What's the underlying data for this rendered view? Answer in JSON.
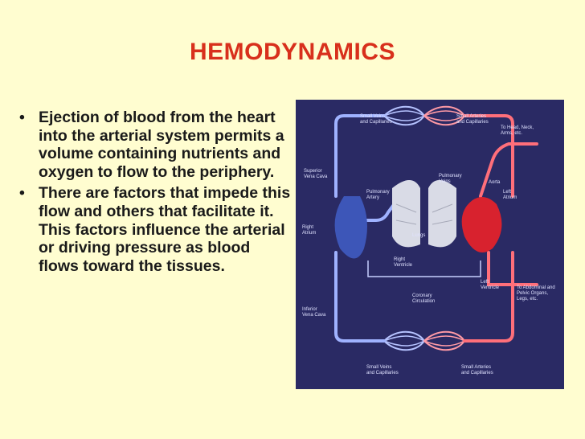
{
  "slide": {
    "title": "HEMODYNAMICS",
    "bullets": [
      "Ejection of blood from the heart into the arterial system permits a volume containing nutrients and oxygen to flow to the periphery.",
      "There are factors that impede this flow and others that facilitate it. This factors influence the arterial or driving pressure as blood flows toward the tissues."
    ],
    "bullet_marker": "•"
  },
  "figure": {
    "labels": {
      "small_veins_top": [
        "Small Veins",
        "and Capillaries"
      ],
      "small_arteries_top": [
        "Small Arteries",
        "and Capillaries"
      ],
      "to_head": [
        "To Head, Neck,",
        "Arms, etc."
      ],
      "superior_vena_cava": [
        "Superior",
        "Vena Cava"
      ],
      "pulmonary_veins": [
        "Pulmonary",
        "Veins"
      ],
      "aorta": [
        "Aorta"
      ],
      "pulmonary_artery": [
        "Pulmonary",
        "Artery"
      ],
      "left_atrium": [
        "Left",
        "Atrium"
      ],
      "right_atrium": [
        "Right",
        "Atrium"
      ],
      "lungs": [
        "Lungs"
      ],
      "right_ventricle": [
        "Right",
        "Ventricle"
      ],
      "left_ventricle": [
        "Left",
        "Ventricle"
      ],
      "to_abdominal": [
        "To Abdominal and",
        "Pelvic Organs,",
        "Legs, etc."
      ],
      "coronary": [
        "Coronary",
        "Circulation"
      ],
      "inferior_vena_cava": [
        "Inferior",
        "Vena Cava"
      ],
      "small_veins_bottom": [
        "Small Veins",
        "and Capillaries"
      ],
      "small_arteries_bottom": [
        "Small Arteries",
        "and Capillaries"
      ]
    },
    "colors": {
      "background": "#2a2a64",
      "venous": "#9fb2ff",
      "arterial": "#ff6f7a",
      "heart_right": "#3d56b8",
      "heart_left": "#d8222e",
      "lungs": "#d9dbe6"
    }
  }
}
